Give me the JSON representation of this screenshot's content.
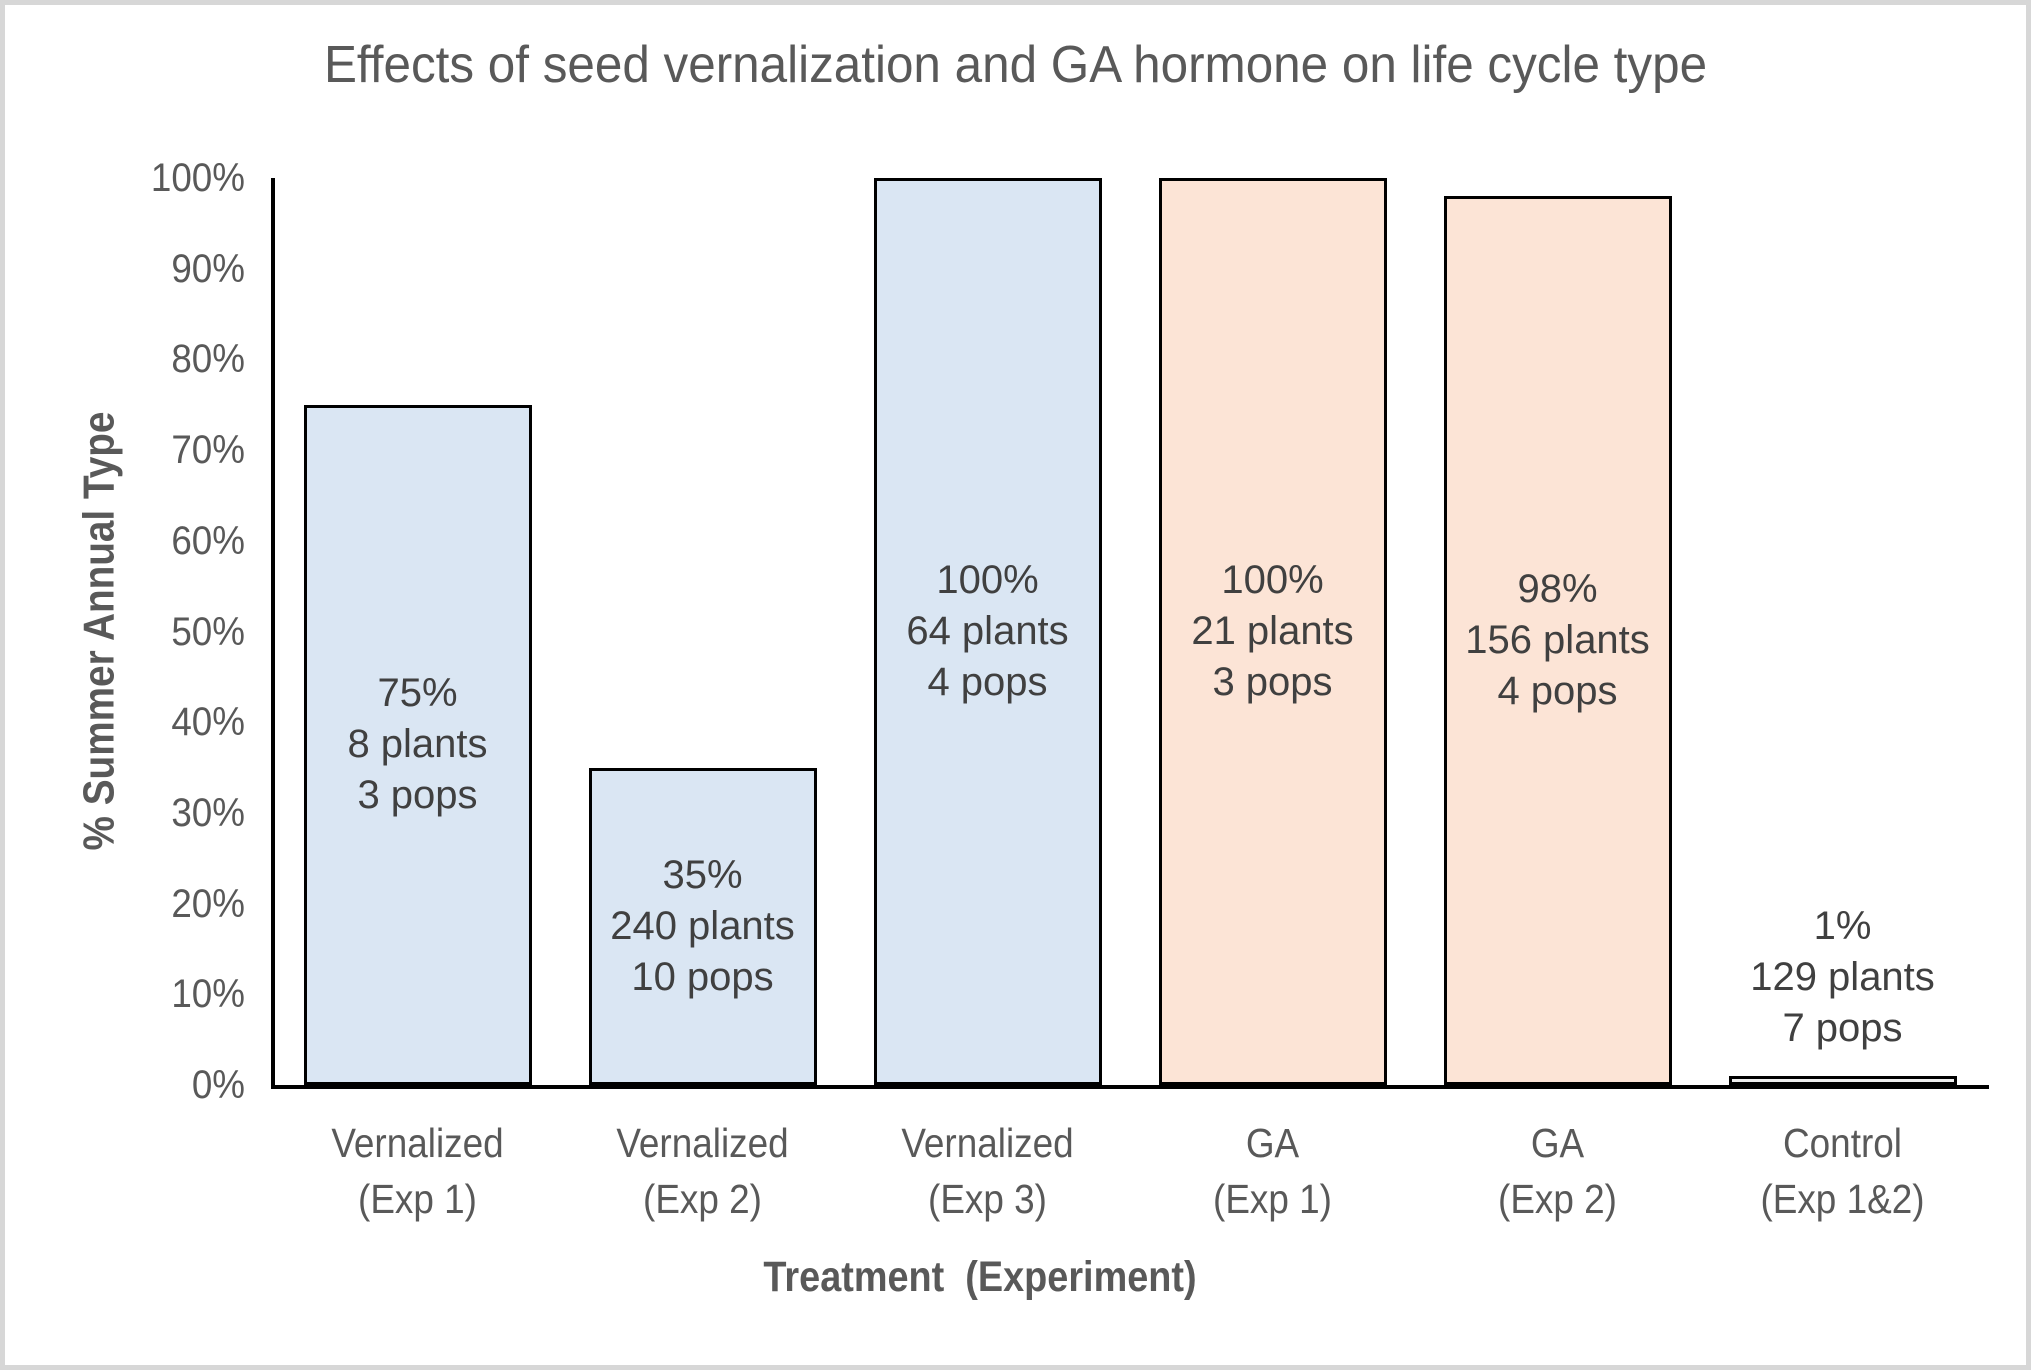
{
  "chart_data": {
    "type": "bar",
    "title": "Effects of seed vernalization and GA hormone on life cycle type",
    "xlabel": "Treatment  (Experiment)",
    "ylabel": "% Summer Annual Type",
    "ylim": [
      0,
      100
    ],
    "grid": false,
    "legend": "none",
    "y_ticks": [
      {
        "value": 0,
        "label": "0%"
      },
      {
        "value": 10,
        "label": "10%"
      },
      {
        "value": 20,
        "label": "20%"
      },
      {
        "value": 30,
        "label": "30%"
      },
      {
        "value": 40,
        "label": "40%"
      },
      {
        "value": 50,
        "label": "50%"
      },
      {
        "value": 60,
        "label": "60%"
      },
      {
        "value": 70,
        "label": "70%"
      },
      {
        "value": 80,
        "label": "80%"
      },
      {
        "value": 90,
        "label": "90%"
      },
      {
        "value": 100,
        "label": "100%"
      }
    ],
    "categories": [
      "Vernalized (Exp 1)",
      "Vernalized (Exp 2)",
      "Vernalized (Exp 3)",
      "GA (Exp 1)",
      "GA (Exp 2)",
      "Control (Exp 1&2)"
    ],
    "values": [
      75,
      35,
      100,
      100,
      98,
      1
    ],
    "bars": [
      {
        "category_line1": "Vernalized",
        "category_line2": "(Exp 1)",
        "value": 75,
        "label_lines": [
          "75%",
          "8 plants",
          "3 pops"
        ],
        "fill": "#dae6f3",
        "label_position": "inside"
      },
      {
        "category_line1": "Vernalized",
        "category_line2": "(Exp 2)",
        "value": 35,
        "label_lines": [
          "35%",
          "240 plants",
          "10 pops"
        ],
        "fill": "#dae6f3",
        "label_position": "inside"
      },
      {
        "category_line1": "Vernalized",
        "category_line2": "(Exp 3)",
        "value": 100,
        "label_lines": [
          "100%",
          "64 plants",
          "4 pops"
        ],
        "fill": "#dae6f3",
        "label_position": "inside"
      },
      {
        "category_line1": "GA",
        "category_line2": "(Exp 1)",
        "value": 100,
        "label_lines": [
          "100%",
          "21 plants",
          "3 pops"
        ],
        "fill": "#fce4d6",
        "label_position": "inside"
      },
      {
        "category_line1": "GA",
        "category_line2": "(Exp 2)",
        "value": 98,
        "label_lines": [
          "98%",
          "156 plants",
          "4 pops"
        ],
        "fill": "#fce4d6",
        "label_position": "inside"
      },
      {
        "category_line1": "Control",
        "category_line2": "(Exp 1&2)",
        "value": 1,
        "label_lines": [
          "1%",
          "129 plants",
          "7 pops"
        ],
        "fill": "#efefef",
        "label_position": "outside"
      }
    ],
    "colors": {
      "vernalized_fill": "#dae6f3",
      "ga_fill": "#fce4d6",
      "control_fill": "#efefef",
      "bar_border": "#000000",
      "axis_line": "#000000",
      "axis_text": "#595959",
      "bar_label_text": "#404040",
      "frame_border": "#d7d7d7"
    }
  }
}
